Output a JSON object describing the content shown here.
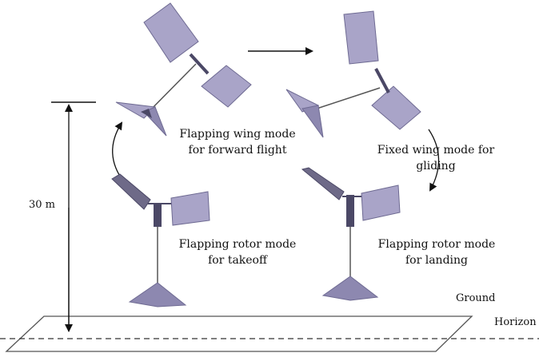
{
  "labels": {
    "forward_flight": [
      "Flapping wing mode",
      "for forward flight"
    ],
    "gliding": [
      "Fixed wing mode for",
      "gliding"
    ],
    "takeoff": [
      "Flapping rotor mode",
      "for takeoff"
    ],
    "landing": [
      "Flapping rotor mode",
      "for landing"
    ],
    "altitude": "30 m",
    "ground": "Ground",
    "horizon": "Horizon"
  },
  "colors": {
    "wing_fill": "#a9a4c8",
    "wing_stroke": "#6e6a92",
    "wing_dark": "#4b4866",
    "line": "#111111",
    "ground_stroke": "#555555"
  }
}
